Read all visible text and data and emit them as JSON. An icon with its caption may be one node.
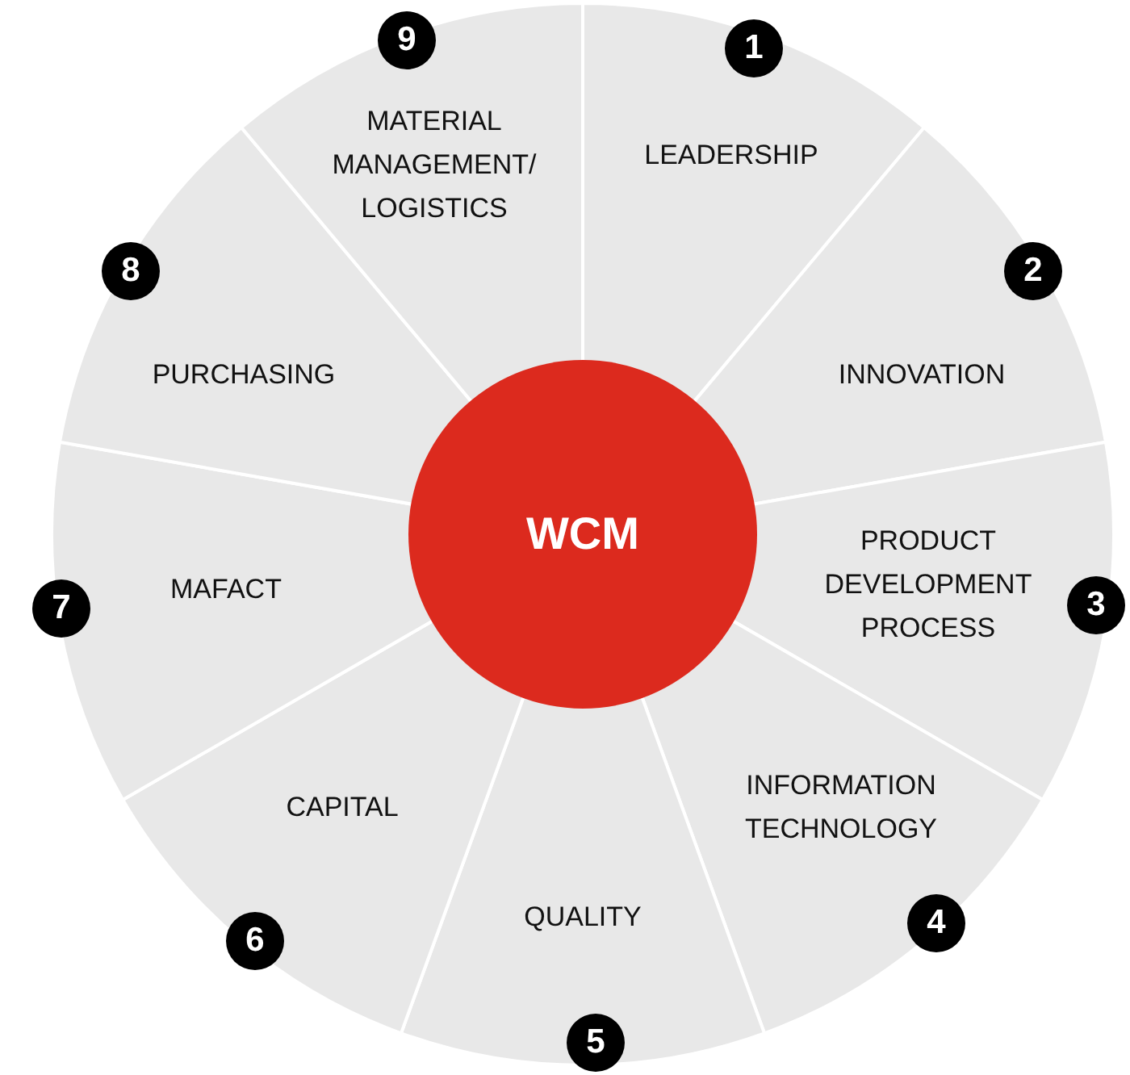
{
  "diagram": {
    "nodes": [
      {
        "text": [
          "WCM"
        ]
      },
      {
        "text": [
          "LEADERSHIP"
        ]
      },
      {
        "text": [
          "INNOVATION"
        ]
      },
      {
        "text": [
          "PRODUCT DEVELOPMENT PROCESS"
        ]
      },
      {
        "text": [
          "INFORMATION TECHNOLOGY"
        ]
      },
      {
        "text": [
          "QUALITY"
        ]
      },
      {
        "text": [
          "CAPITAL"
        ]
      },
      {
        "text": [
          "MAFACT"
        ]
      },
      {
        "text": [
          "PURCHASING"
        ]
      },
      {
        "text": [
          "MATERIAL MANAGEMENT/ LOGISTICS"
        ]
      },
      {
        "text": [
          "1"
        ]
      },
      {
        "text": [
          "2"
        ]
      },
      {
        "text": [
          "3"
        ]
      },
      {
        "text": [
          "4"
        ]
      },
      {
        "text": [
          "5"
        ]
      },
      {
        "text": [
          "6"
        ]
      },
      {
        "text": [
          "7"
        ]
      },
      {
        "text": [
          "8"
        ]
      },
      {
        "text": [
          "9"
        ]
      }
    ]
  }
}
